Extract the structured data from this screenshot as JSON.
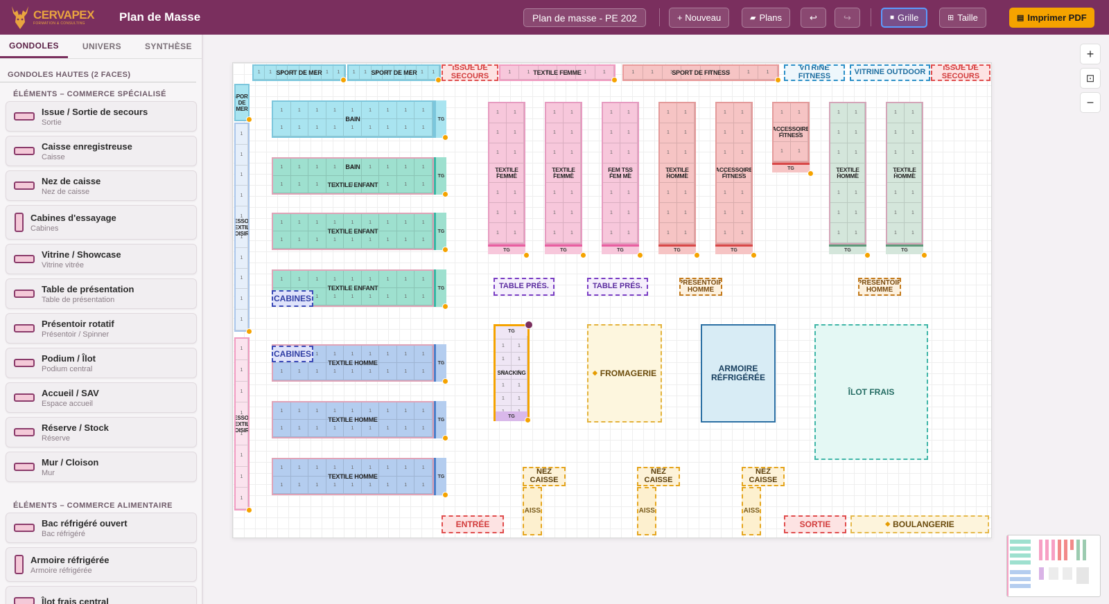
{
  "app": {
    "brand": "CERVAPEX",
    "brand_sub": "FORMATION & CONSULTING",
    "title": "Plan de Masse"
  },
  "toolbar": {
    "plan_name": "Plan de masse - PE 202",
    "nouveau": "+ Nouveau",
    "plans": "Plans",
    "grille": "Grille",
    "taille": "Taille",
    "imprimer": "Imprimer PDF",
    "undo_icon": "↩",
    "redo_icon": "↪"
  },
  "sidebar": {
    "tabs": [
      "GONDOLES",
      "UNIVERS",
      "SYNTHÈSE"
    ],
    "active_tab": "GONDOLES",
    "group_top": "GONDOLES HAUTES (2 FACES)",
    "section_specialise": "ÉLÉMENTS – COMMERCE SPÉCIALISÉ",
    "section_alimentaire": "ÉLÉMENTS – COMMERCE ALIMENTAIRE",
    "items_specialise": [
      {
        "name": "Issue / Sortie de secours",
        "sub": "Sortie"
      },
      {
        "name": "Caisse enregistreuse",
        "sub": "Caisse"
      },
      {
        "name": "Nez de caisse",
        "sub": "Nez de caisse"
      },
      {
        "name": "Cabines d'essayage",
        "sub": "Cabines"
      },
      {
        "name": "Vitrine / Showcase",
        "sub": "Vitrine vitrée"
      },
      {
        "name": "Table de présentation",
        "sub": "Table de présentation"
      },
      {
        "name": "Présentoir rotatif",
        "sub": "Présentoir / Spinner"
      },
      {
        "name": "Podium / Îlot",
        "sub": "Podium central"
      },
      {
        "name": "Accueil / SAV",
        "sub": "Espace accueil"
      },
      {
        "name": "Réserve / Stock",
        "sub": "Réserve"
      },
      {
        "name": "Mur / Cloison",
        "sub": "Mur"
      }
    ],
    "items_alimentaire": [
      {
        "name": "Bac réfrigéré ouvert",
        "sub": "Bac réfrigéré"
      },
      {
        "name": "Armoire réfrigérée",
        "sub": "Armoire réfrigérée"
      },
      {
        "name": "Îlot frais central",
        "sub": ""
      }
    ]
  },
  "plan": {
    "top_row": {
      "sport_mer_1": "SPORT DE MER",
      "sport_mer_2": "SPORT DE MER",
      "issue_1": "ISSUE DE SECOURS",
      "textile_femme": "TEXTILE FEMME",
      "sport_fitness": "SPORT DE FITNESS",
      "vitrine_fitness": "VITRINE FITNESS",
      "vitrine_outdoor": "VITRINE OUTDOOR",
      "issue_2": "ISSUE DE SECOURS"
    },
    "left_col": {
      "sport_de_mer": "SPORT DE MER",
      "essor_1": "ESSOI EXTIL OISIR",
      "essor_2": "ESSOI EXTIL OISIR"
    },
    "h_gondolas": [
      "BAIN",
      "BAIN",
      "TEXTILE ENFANT",
      "TEXTILE ENFANT",
      "TEXTILE ENFANT",
      "TEXTILE HOMME",
      "TEXTILE HOMME",
      "TEXTILE HOMME"
    ],
    "v_gondolas": [
      "TEXTILE FEMME",
      "TEXTILE FEMME",
      "FEM TSS FEM ME",
      "TEXTILE HOMME",
      "ACCESSOIRE FITNESS",
      "ACCESSOIRE FITNESS",
      "TEXTILE HOMME",
      "TEXTILE HOMME"
    ],
    "cell_label": "1",
    "tg": "TG",
    "cabines": "CABINES",
    "table_pres": "TABLE PRÉS.",
    "presentoir": "PRÉSENTOIR HOMME",
    "snacking": "SNACKING",
    "fromagerie": "FROMAGERIE",
    "armoire": "ARMOIRE RÉFRIGÉRÉE",
    "ilot_frais": "ÎLOT FRAIS",
    "nez_caisse": "NEZ CAISSE",
    "caisse": "CAISSE",
    "entree": "ENTRÉE",
    "sortie": "SORTIE",
    "boulangerie": "BOULANGERIE"
  },
  "zoom": {
    "plus": "+",
    "fit": "⊡",
    "minus": "−"
  },
  "colors": {
    "brand": "#7a2f5e",
    "accent": "#f5a300",
    "bain": "#a9e4f0",
    "enfant": "#9ee0cf",
    "homme_blue": "#b4cdef",
    "femme": "#f7c7db",
    "fitness": "#f6c4c4",
    "homme_green": "#d4e6db"
  }
}
